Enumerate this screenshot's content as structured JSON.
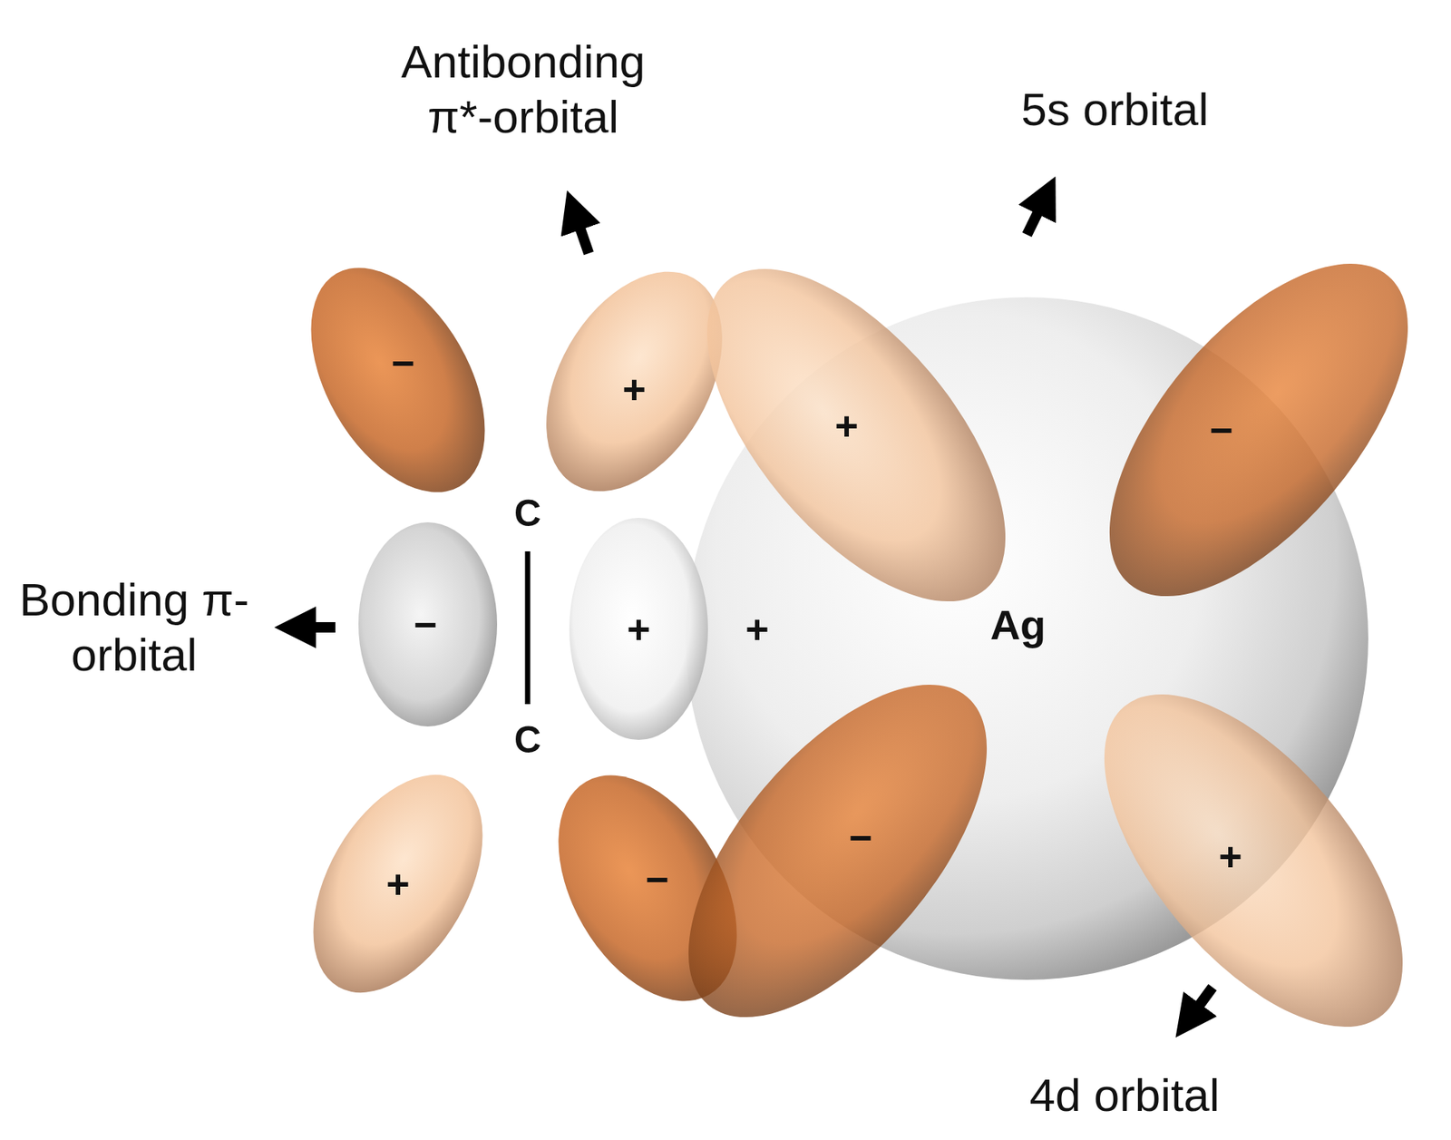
{
  "diagram": {
    "nodes": [
      {
        "text": [
          "Ag"
        ]
      }
    ],
    "labels": [
      "Antibonding π*-orbital",
      "5s orbital",
      "Bonding π-orbital",
      "4d orbital",
      "C",
      "C",
      "−",
      "+",
      "+",
      "−",
      "−",
      "+",
      "+",
      "+",
      "−",
      "−",
      "+"
    ]
  }
}
